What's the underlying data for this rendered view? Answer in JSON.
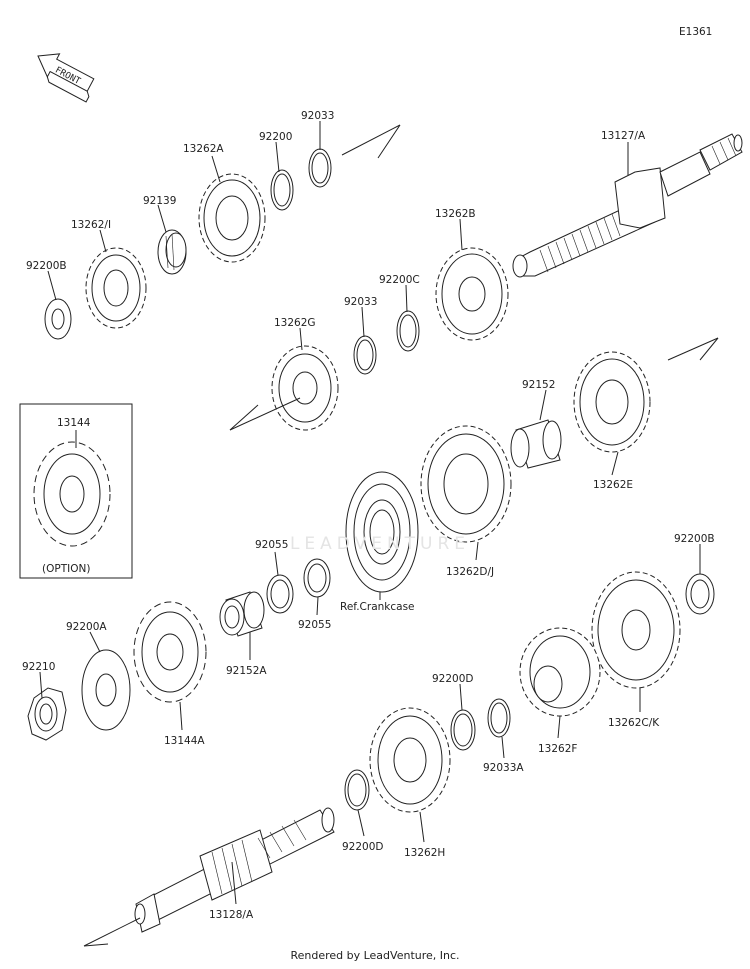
{
  "diagram_id": "E1361",
  "front_label": "FRONT",
  "option_label": "(OPTION)",
  "watermark": "LEADVENTURE",
  "footer": "Rendered by LeadVenture, Inc.",
  "labels": {
    "l_92033_top": "92033",
    "l_92200": "92200",
    "l_13262A": "13262A",
    "l_92139": "92139",
    "l_13262I": "13262/I",
    "l_92200B_left": "92200B",
    "l_13127A": "13127/A",
    "l_13262B": "13262B",
    "l_92200C": "92200C",
    "l_92033_mid": "92033",
    "l_13262G": "13262G",
    "l_13144": "13144",
    "l_92152": "92152",
    "l_13262E": "13262E",
    "l_13262DJ": "13262D/J",
    "l_ref_crankcase": "Ref.Crankcase",
    "l_92055_a": "92055",
    "l_92055_b": "92055",
    "l_92200A": "92200A",
    "l_92210": "92210",
    "l_92152A": "92152A",
    "l_13144A": "13144A",
    "l_92200B_right": "92200B",
    "l_13262CK": "13262C/K",
    "l_92200D_a": "92200D",
    "l_92033A": "92033A",
    "l_13262F": "13262F",
    "l_92200D_b": "92200D",
    "l_13262H": "13262H",
    "l_13128A": "13128/A"
  }
}
